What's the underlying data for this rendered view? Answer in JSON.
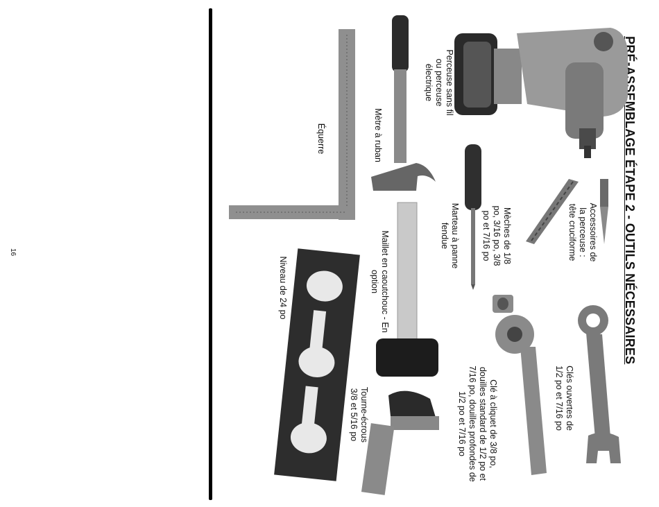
{
  "title": "PRÉ-ASSEMBLAGE ÉTAPE 2 - OUTILS NÉCESSAIRES",
  "page_number": "16",
  "tools": {
    "drill": "Perceuse sans fil ou perceuse électrique",
    "drill_bits": "Accessoires de la perceuse : tête cruciforme",
    "wrenches": "Clés ouvertes de 1/2 po et 7/16 po",
    "drill_bits_sizes": "Mèches de 1/8 po, 3/16 po, 3/8 po et 7/16 po",
    "ratchet": "Clé à cliquet de 3/8 po, douilles standard de 1/2 po et 7/16 po, douilles profondes de 1/2 po et 7/16 po",
    "hammer": "Marteau à panne fendue",
    "tape_measure": "Mètre à ruban",
    "mallet": "Maillet en caoutchouc - En option",
    "nut_driver": "Tourne-écrous 3/8 et 5/16 po",
    "square": "Équerre",
    "level": "Niveau de 24 po"
  }
}
